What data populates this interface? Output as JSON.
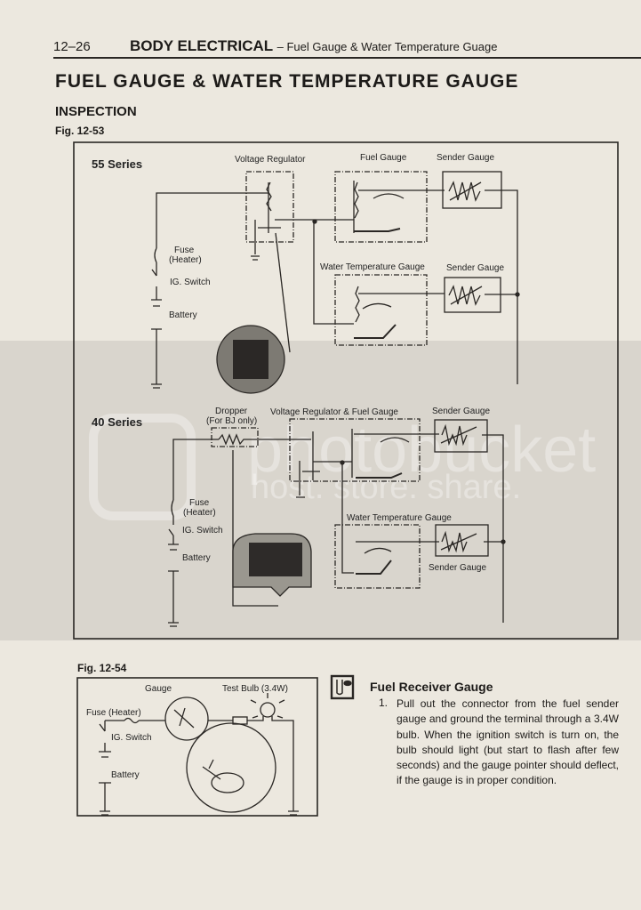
{
  "header": {
    "page_number": "12–26",
    "section": "BODY ELECTRICAL",
    "subtitle": "– Fuel Gauge & Water Temperature Guage"
  },
  "title": "FUEL GAUGE & WATER TEMPERATURE GAUGE",
  "subheading": "INSPECTION",
  "figure_53": {
    "label": "Fig. 12-53",
    "series_55": {
      "title": "55 Series",
      "voltage_regulator": "Voltage Regulator",
      "fuel_gauge": "Fuel Gauge",
      "sender_gauge_1": "Sender Gauge",
      "water_temp_gauge": "Water Temperature Gauge",
      "sender_gauge_2": "Sender Gauge",
      "fuse": "Fuse",
      "fuse_sub": "(Heater)",
      "ig_switch": "IG. Switch",
      "battery": "Battery"
    },
    "series_40": {
      "title": "40 Series",
      "dropper": "Dropper",
      "dropper_sub": "(For BJ only)",
      "regulator_fuel": "Voltage Regulator & Fuel Gauge",
      "sender_gauge_1": "Sender Gauge",
      "water_temp_gauge": "Water Temperature Gauge",
      "sender_gauge_2": "Sender Gauge",
      "fuse": "Fuse",
      "fuse_sub": "(Heater)",
      "ig_switch": "IG. Switch",
      "battery": "Battery"
    }
  },
  "figure_54": {
    "label": "Fig. 12-54",
    "gauge": "Gauge",
    "test_bulb": "Test Bulb (3.4W)",
    "fuse": "Fuse (Heater)",
    "ig_switch": "IG. Switch",
    "battery": "Battery"
  },
  "instructions": {
    "heading": "Fuel Receiver Gauge",
    "step_number": "1.",
    "step_text": "Pull out the connector from the fuel sender gauge and ground the terminal through a 3.4W bulb. When the ignition switch is turn on, the bulb should light (but start to flash after few seconds) and the gauge pointer should deflect, if the gauge is in proper condition."
  },
  "watermark": {
    "line1": "photobucket",
    "line2": "host. store. share."
  }
}
